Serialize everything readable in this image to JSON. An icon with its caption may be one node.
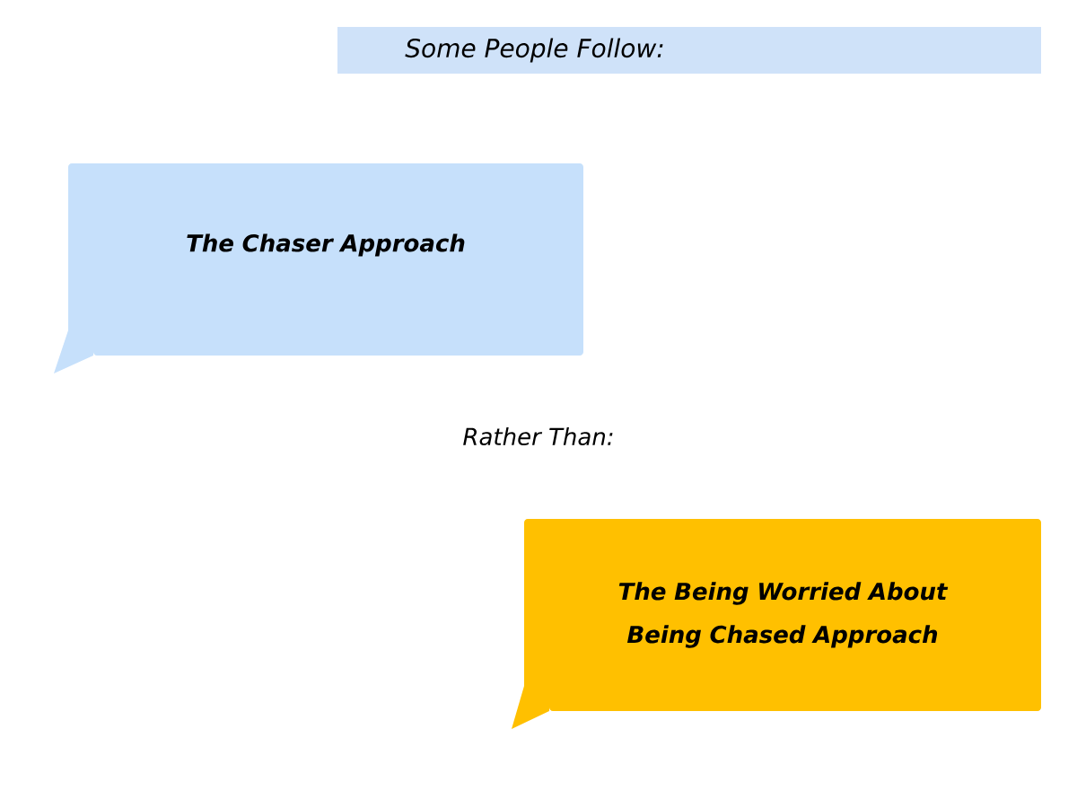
{
  "diagram": {
    "title": "Some People Follow:",
    "nodes": [
      {
        "text": [
          "The Chaser Approach"
        ]
      },
      {
        "text": [
          "The Being Worried About Being Chased Approach"
        ]
      }
    ],
    "labels": [
      "Rather Than:"
    ]
  }
}
